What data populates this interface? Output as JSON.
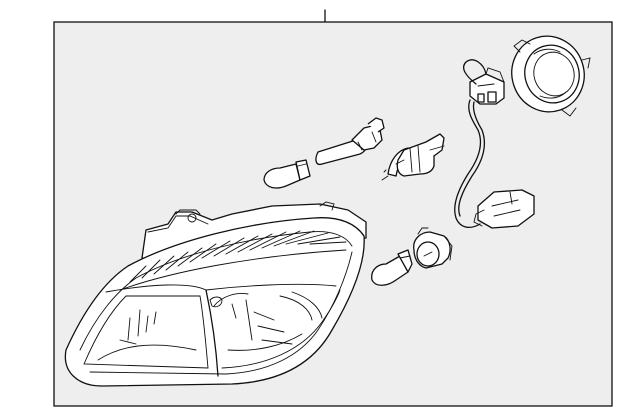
{
  "diagram": {
    "background_color": "#eeeeee",
    "line_color": "#111111",
    "parts": [
      {
        "name": "headlamp-assembly"
      },
      {
        "name": "socket-cover"
      },
      {
        "name": "wiring-harness"
      },
      {
        "name": "headlight-bulb"
      },
      {
        "name": "position-bulb-wedge"
      },
      {
        "name": "side-bulb-capsule"
      },
      {
        "name": "turn-signal-bulb"
      },
      {
        "name": "turn-signal-socket"
      }
    ]
  }
}
